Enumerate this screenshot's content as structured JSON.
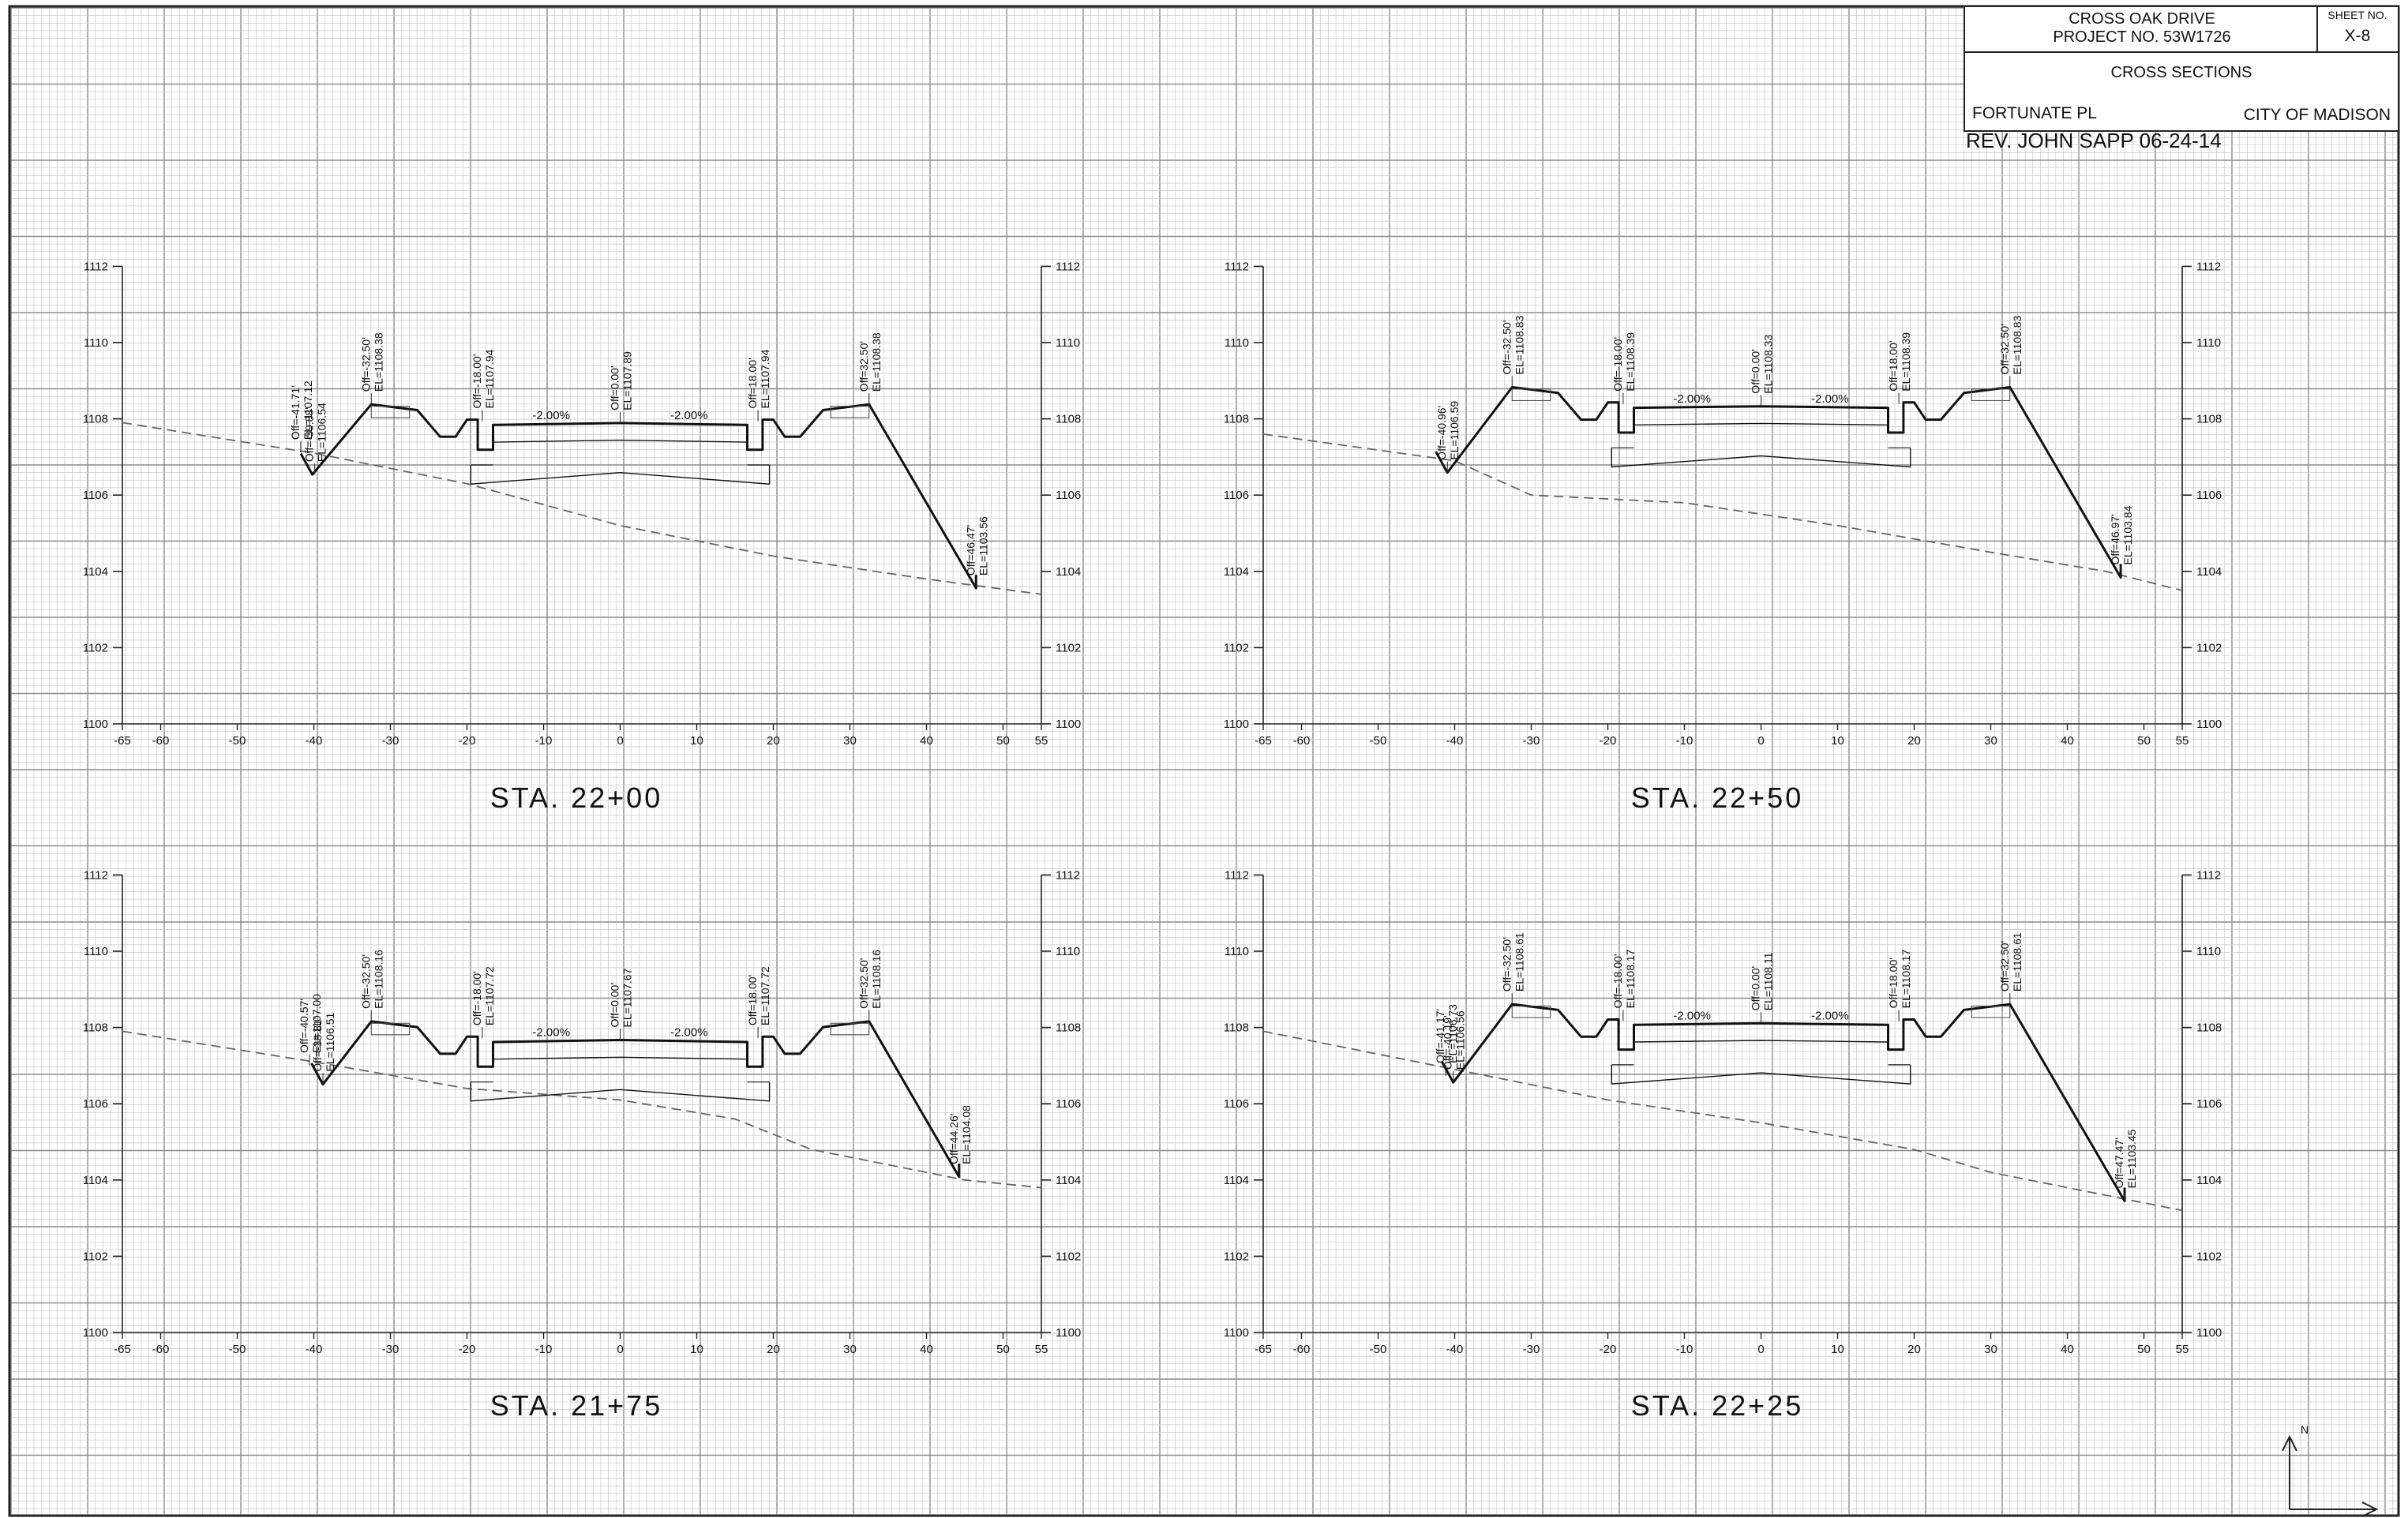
{
  "title_block": {
    "project_name": "CROSS OAK DRIVE",
    "project_number": "PROJECT NO. 53W1726",
    "sheet_no_label": "SHEET NO.",
    "sheet_no": "X-8",
    "sheet_title": "CROSS SECTIONS",
    "street": "FORTUNATE PL",
    "city": "CITY OF MADISON",
    "revision": "REV. JOHN SAPP 06-24-14"
  },
  "axes": {
    "x_ticks": [
      -65,
      -60,
      -50,
      -40,
      -30,
      -20,
      -10,
      0,
      10,
      20,
      30,
      40,
      50,
      55
    ],
    "y_ticks": [
      1100,
      1102,
      1104,
      1106,
      1108,
      1110,
      1112
    ],
    "x_range": [
      -65,
      55
    ],
    "y_range": [
      1100,
      1112
    ]
  },
  "colors": {
    "grid_minor": "#c8c8c8",
    "grid_major": "#8c8c8c",
    "proposed": "#111111",
    "existing_ground": "#666666"
  },
  "north_arrow": {
    "icon": "north-arrow-icon",
    "label": "N"
  },
  "sections": [
    {
      "id": "sta-22-00",
      "station": "STA.  22+00",
      "top_z": 1107.89,
      "curb_z": 1107.94,
      "hinge_z": 1108.38,
      "left_toe": {
        "off": -40.2,
        "z": 1106.54
      },
      "right_toe": {
        "off": 46.47,
        "z": 1103.56
      },
      "existing_ground": [
        [
          -65,
          1107.9
        ],
        [
          -40,
          1107.1
        ],
        [
          -20,
          1106.3
        ],
        [
          0,
          1105.2
        ],
        [
          20,
          1104.4
        ],
        [
          40,
          1103.8
        ],
        [
          55,
          1103.4
        ]
      ],
      "callouts": [
        {
          "off": -41.71,
          "z": 1107.12,
          "text": [
            "Off=-41.71'",
            "EL=1107.12"
          ]
        },
        {
          "off": -39.88,
          "z": 1106.54,
          "text": [
            "Off=-39.88'",
            "EL=1106.54"
          ]
        },
        {
          "off": -32.5,
          "z": 1108.38,
          "text": [
            "Off=-32.50'",
            "EL=1108.38"
          ]
        },
        {
          "off": -18,
          "z": 1107.94,
          "text": [
            "Off=-18.00'",
            "EL=1107.94"
          ]
        },
        {
          "off": 0,
          "z": 1107.89,
          "text": [
            "Off=0.00'",
            "EL=1107.89"
          ]
        },
        {
          "off": 18,
          "z": 1107.94,
          "text": [
            "Off=18.00'",
            "EL=1107.94"
          ]
        },
        {
          "off": 32.5,
          "z": 1108.38,
          "text": [
            "Off=32.50'",
            "EL=1108.38"
          ]
        },
        {
          "off": 46.47,
          "z": 1103.56,
          "text": [
            "Off=46.47'",
            "EL=1103.56"
          ]
        }
      ],
      "slopes": [
        "-2.00%",
        "-2.00%"
      ]
    },
    {
      "id": "sta-22-50",
      "station": "STA.  22+50",
      "top_z": 1108.33,
      "curb_z": 1108.39,
      "hinge_z": 1108.83,
      "left_toe": {
        "off": -40.96,
        "z": 1106.59
      },
      "right_toe": {
        "off": 46.97,
        "z": 1103.84
      },
      "existing_ground": [
        [
          -65,
          1107.6
        ],
        [
          -40,
          1106.9
        ],
        [
          -30,
          1106.0
        ],
        [
          -10,
          1105.8
        ],
        [
          10,
          1105.2
        ],
        [
          30,
          1104.5
        ],
        [
          45,
          1104.0
        ],
        [
          55,
          1103.5
        ]
      ],
      "callouts": [
        {
          "off": -40.96,
          "z": 1106.59,
          "text": [
            "Off=-40.96'",
            "EL=1106.59"
          ]
        },
        {
          "off": -32.5,
          "z": 1108.83,
          "text": [
            "Off=-32.50'",
            "EL=1108.83"
          ]
        },
        {
          "off": -18,
          "z": 1108.39,
          "text": [
            "Off=-18.00'",
            "EL=1108.39"
          ]
        },
        {
          "off": 0,
          "z": 1108.33,
          "text": [
            "Off=0.00'",
            "EL=1108.33"
          ]
        },
        {
          "off": 18,
          "z": 1108.39,
          "text": [
            "Off=18.00'",
            "EL=1108.39"
          ]
        },
        {
          "off": 32.5,
          "z": 1108.83,
          "text": [
            "Off=32.50'",
            "EL=1108.83"
          ]
        },
        {
          "off": 46.97,
          "z": 1103.84,
          "text": [
            "Off=46.97'",
            "EL=1103.84"
          ]
        }
      ],
      "slopes": [
        "-2.00%",
        "-2.00%"
      ]
    },
    {
      "id": "sta-21-75",
      "station": "STA.  21+75",
      "top_z": 1107.67,
      "curb_z": 1107.72,
      "hinge_z": 1108.16,
      "left_toe": {
        "off": -38.81,
        "z": 1106.51
      },
      "right_toe": {
        "off": 44.26,
        "z": 1104.08
      },
      "existing_ground": [
        [
          -65,
          1107.9
        ],
        [
          -40,
          1107.1
        ],
        [
          -20,
          1106.4
        ],
        [
          0,
          1106.1
        ],
        [
          15,
          1105.6
        ],
        [
          25,
          1104.8
        ],
        [
          45,
          1104.0
        ],
        [
          55,
          1103.8
        ]
      ],
      "callouts": [
        {
          "off": -40.57,
          "z": 1107.0,
          "text": [
            "Off=-40.57'",
            "EL=1107.00"
          ]
        },
        {
          "off": -38.81,
          "z": 1106.51,
          "text": [
            "Off=-38.81'",
            "EL=1106.51"
          ]
        },
        {
          "off": -32.5,
          "z": 1108.16,
          "text": [
            "Off=-32.50'",
            "EL=1108.16"
          ]
        },
        {
          "off": -18,
          "z": 1107.72,
          "text": [
            "Off=-18.00'",
            "EL=1107.72"
          ]
        },
        {
          "off": 0,
          "z": 1107.67,
          "text": [
            "Off=0.00'",
            "EL=1107.67"
          ]
        },
        {
          "off": 18,
          "z": 1107.72,
          "text": [
            "Off=18.00'",
            "EL=1107.72"
          ]
        },
        {
          "off": 32.5,
          "z": 1108.16,
          "text": [
            "Off=32.50'",
            "EL=1108.16"
          ]
        },
        {
          "off": 44.26,
          "z": 1104.08,
          "text": [
            "Off=44.26'",
            "EL=1104.08"
          ]
        }
      ],
      "slopes": [
        "-2.00%",
        "-2.00%"
      ]
    },
    {
      "id": "sta-22-25",
      "station": "STA.  22+25",
      "top_z": 1108.11,
      "curb_z": 1108.17,
      "hinge_z": 1108.61,
      "left_toe": {
        "off": -40.19,
        "z": 1106.56
      },
      "right_toe": {
        "off": 47.47,
        "z": 1103.45
      },
      "existing_ground": [
        [
          -65,
          1107.9
        ],
        [
          -40,
          1106.9
        ],
        [
          -20,
          1106.1
        ],
        [
          0,
          1105.5
        ],
        [
          20,
          1104.8
        ],
        [
          30,
          1104.2
        ],
        [
          45,
          1103.6
        ],
        [
          55,
          1103.2
        ]
      ],
      "callouts": [
        {
          "off": -41.17,
          "z": 1106.73,
          "text": [
            "Off=-41.17'",
            "EL=1106.73"
          ]
        },
        {
          "off": -40.19,
          "z": 1106.56,
          "text": [
            "Off=-40.19'",
            "EL=1106.56"
          ]
        },
        {
          "off": -32.5,
          "z": 1108.61,
          "text": [
            "Off=-32.50'",
            "EL=1108.61"
          ]
        },
        {
          "off": -18,
          "z": 1108.17,
          "text": [
            "Off=-18.00'",
            "EL=1108.17"
          ]
        },
        {
          "off": 0,
          "z": 1108.11,
          "text": [
            "Off=0.00'",
            "EL=1108.11"
          ]
        },
        {
          "off": 18,
          "z": 1108.17,
          "text": [
            "Off=18.00'",
            "EL=1108.17"
          ]
        },
        {
          "off": 32.5,
          "z": 1108.61,
          "text": [
            "Off=32.50'",
            "EL=1108.61"
          ]
        },
        {
          "off": 47.47,
          "z": 1103.45,
          "text": [
            "Off=47.47'",
            "EL=1103.45"
          ]
        }
      ],
      "slopes": [
        "-2.00%",
        "-2.00%"
      ]
    }
  ]
}
